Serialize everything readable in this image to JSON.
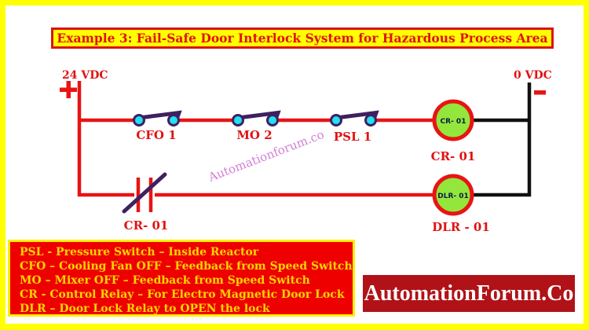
{
  "page": {
    "title": "Example 3: Fail-Safe Door Interlock System for Hazardous Process Area",
    "background_color": "#FFFF00",
    "title_text_color": "#E01212"
  },
  "diagram": {
    "left_rail_label": "24 VDC",
    "left_rail_polarity": "+",
    "right_rail_label": "0 VDC",
    "right_rail_polarity": "-",
    "switches": [
      {
        "label": "CFO 1"
      },
      {
        "label": "MO 2"
      },
      {
        "label": "PSL 1"
      }
    ],
    "contact": {
      "label": "CR- 01"
    },
    "coils": [
      {
        "inner_text": "CR- 01",
        "label": "CR- 01"
      },
      {
        "inner_text": "DLR- 01",
        "label": "DLR - 01"
      }
    ],
    "watermark": "Automationforum.co",
    "colors": {
      "wire_red": "#E81414",
      "wire_black": "#111111",
      "switch_node_fill": "#22DFF2",
      "switch_stroke": "#3F2060",
      "coil_fill": "#93E63C",
      "coil_stroke": "#E81414",
      "label_red": "#E01212",
      "watermark_magenta": "#C75FCB"
    }
  },
  "legend": {
    "items": [
      "PSL - Pressure Switch – Inside Reactor",
      "CFO – Cooling Fan OFF – Feedback from Speed Switch",
      "MO – Mixer OFF – Feedback from Speed Switch",
      "CR - Control Relay – For Electro Magnetic Door Lock",
      "DLR – Door Lock Relay to OPEN the lock"
    ],
    "background_color": "#EE0000",
    "text_color": "#FFD500"
  },
  "branding": {
    "logo_text": "AutomationForum.Co",
    "logo_background": "#B01218"
  }
}
